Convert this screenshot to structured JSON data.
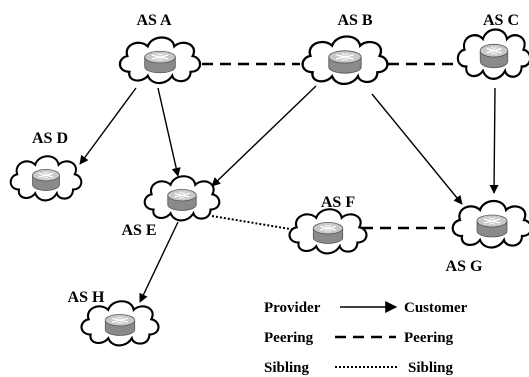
{
  "nodes": {
    "as_a": {
      "label": "AS A"
    },
    "as_b": {
      "label": "AS B"
    },
    "as_c": {
      "label": "AS C"
    },
    "as_d": {
      "label": "AS D"
    },
    "as_e": {
      "label": "AS E"
    },
    "as_f": {
      "label": "AS F"
    },
    "as_g": {
      "label": "AS G"
    },
    "as_h": {
      "label": "AS H"
    }
  },
  "relationships": [
    {
      "from": "AS A",
      "to": "AS D",
      "type": "provider-customer"
    },
    {
      "from": "AS A",
      "to": "AS E",
      "type": "provider-customer"
    },
    {
      "from": "AS B",
      "to": "AS E",
      "type": "provider-customer"
    },
    {
      "from": "AS B",
      "to": "AS G",
      "type": "provider-customer"
    },
    {
      "from": "AS C",
      "to": "AS G",
      "type": "provider-customer"
    },
    {
      "from": "AS E",
      "to": "AS H",
      "type": "provider-customer"
    },
    {
      "from": "AS A",
      "to": "AS B",
      "type": "peering"
    },
    {
      "from": "AS B",
      "to": "AS C",
      "type": "peering"
    },
    {
      "from": "AS F",
      "to": "AS G",
      "type": "peering"
    },
    {
      "from": "AS E",
      "to": "AS F",
      "type": "sibling"
    }
  ],
  "legend": {
    "provider_left": "Provider",
    "provider_right": "Customer",
    "peering_left": "Peering",
    "peering_right": "Peering",
    "sibling_left": "Sibling",
    "sibling_right": "Sibling"
  },
  "icon": "router-icon"
}
